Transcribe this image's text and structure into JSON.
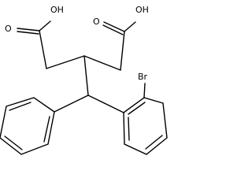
{
  "molecule": {
    "labels": {
      "oh_left": "OH",
      "o_left": "O",
      "oh_right": "OH",
      "o_right": "O",
      "br": "Br"
    }
  }
}
